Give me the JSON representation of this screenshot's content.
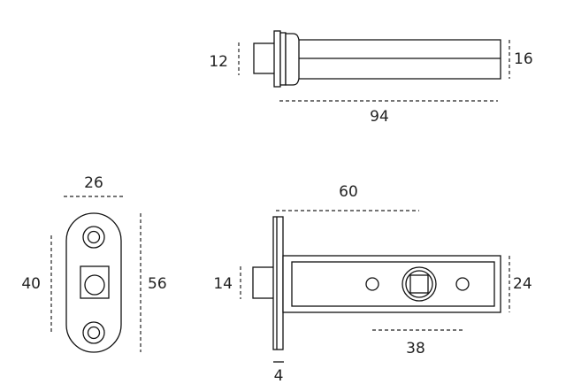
{
  "dimensions": {
    "top_left_height": "12",
    "top_right_height": "16",
    "top_total_length": "94",
    "strike_width": "26",
    "strike_hole_spacing": "40",
    "strike_height": "56",
    "latch_backset": "60",
    "bolt_height": "14",
    "body_height": "24",
    "centre_spacing": "38",
    "faceplate_thickness": "4"
  }
}
